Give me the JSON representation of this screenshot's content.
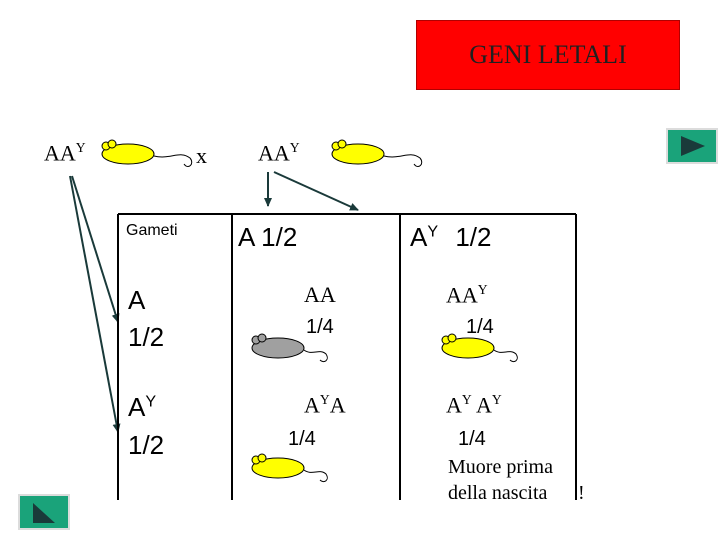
{
  "title": "GENI LETALI",
  "parents": {
    "left_label": "AA",
    "left_sup": "Y",
    "cross": "x",
    "right_label": "AA",
    "right_sup": "Y"
  },
  "table": {
    "corner": "Gameti",
    "col1_header": "A 1/2",
    "col2_header_base": "A",
    "col2_header_sup": "Y",
    "col2_header_frac": "1/2",
    "row1_base": "A",
    "row1_frac": "1/2",
    "row2_base": "A",
    "row2_sup": "Y",
    "row2_frac": "1/2",
    "c11_geno": "AA",
    "c11_frac": "1/4",
    "c12_geno": "AA",
    "c12_sup": "Y",
    "c12_frac": "1/4",
    "c21_a": "A",
    "c21_sup": "Y",
    "c21_b": "A",
    "c21_frac": "1/4",
    "c22_a": "A",
    "c22_sup1": "Y",
    "c22_b": "A",
    "c22_sup2": "Y",
    "c22_frac": "1/4",
    "note_line1": "Muore prima",
    "note_line2": "della nascita",
    "note_mark": "!"
  },
  "colors": {
    "title_bg": "#ff0000",
    "mouse_yellow": "#ffff00",
    "mouse_gray": "#a0a0a0",
    "nav_green": "#1aa37a",
    "arrow_dark": "#1a3a3a"
  },
  "icons": {
    "next": "play-triangle-icon",
    "prev": "triangle-down-left-icon"
  }
}
